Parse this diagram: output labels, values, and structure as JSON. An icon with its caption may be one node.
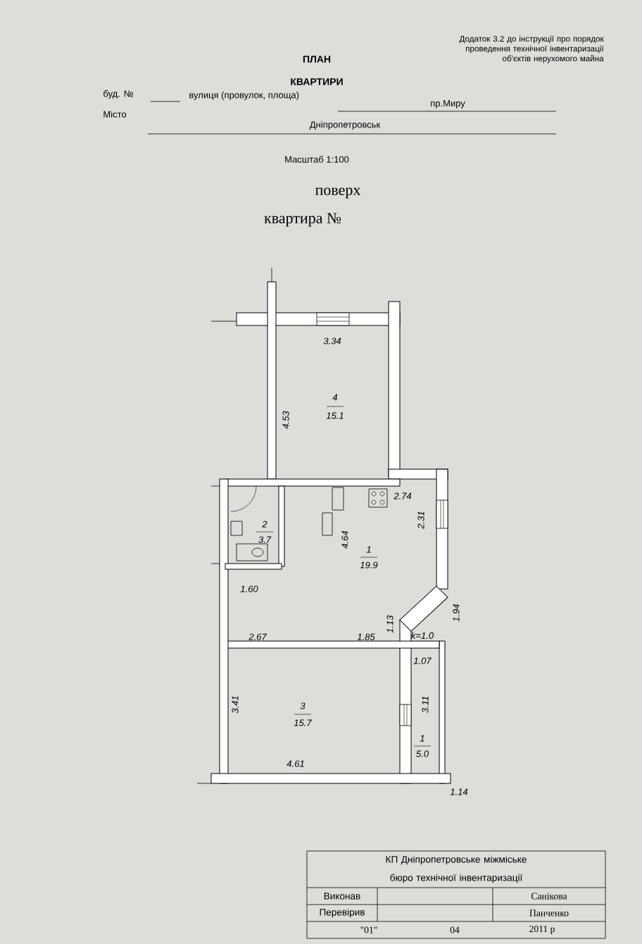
{
  "diagram": {
    "title": "ПЛАН КВАРТИРИ",
    "labels": [
      "Додаток 3.2 до інструкції про порядок проведення технічної інвентаризації об'єктів нерухомого майна",
      "буд. №",
      "вулиця (провулок, площа)",
      "пр.Миру",
      "Місто",
      "Дніпропетровськ",
      "Масштаб 1:100",
      "поверх",
      "квартира №",
      "3.34",
      "4.53",
      "4",
      "15.1",
      "2.74",
      "2",
      "3.7",
      "4.64",
      "1",
      "19.9",
      "2.31",
      "1.60",
      "1.13",
      "1.94",
      "2.67",
      "1.85",
      "k=1.0",
      "1.07",
      "3.41",
      "3",
      "15.7",
      "3.11",
      "1",
      "5.0",
      "4.61",
      "1.14",
      "КП Дніпропетровське міжміське бюро технічної інвентаризації",
      "Виконав",
      "Санікова",
      "Перевірив",
      "Панченко",
      "\"01\"",
      "04",
      "2011 р"
    ]
  }
}
